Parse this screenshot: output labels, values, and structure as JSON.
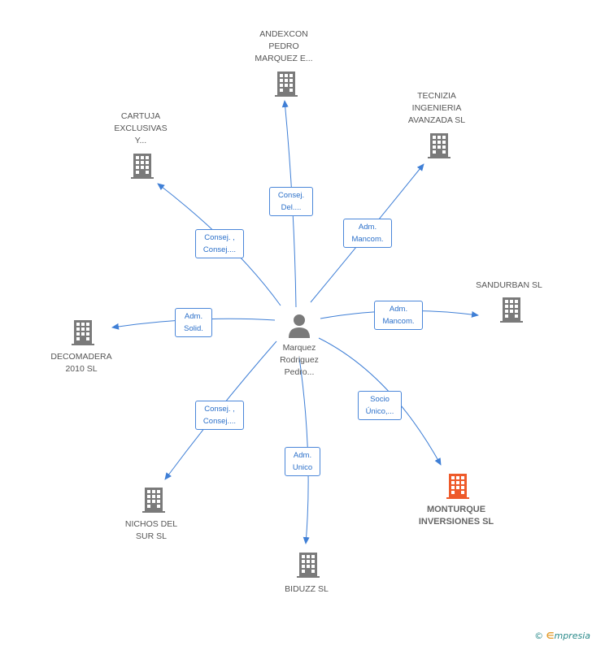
{
  "colors": {
    "edge": "#3f7fd6",
    "company": "#7a7a7a",
    "company_highlight": "#ee5a2a",
    "person": "#7a7a7a",
    "rel_border": "#4a86d9",
    "rel_text": "#2a6fc9"
  },
  "center": {
    "label": "Marquez\nRodriguez\nPedro..."
  },
  "companies": {
    "andexcon": "ANDEXCON\nPEDRO\nMARQUEZ E...",
    "tecnizia": "TECNIZIA\nINGENIERIA\nAVANZADA  SL",
    "cartuja": "CARTUJA\nEXCLUSIVAS\nY...",
    "sandurban": "SANDURBAN SL",
    "decomadera": "DECOMADERA\n2010 SL",
    "nichos": "NICHOS DEL\nSUR SL",
    "biduzz": "BIDUZZ  SL",
    "monturque": "MONTURQUE\nINVERSIONES SL"
  },
  "relations": {
    "andexcon": "Consej.\nDel....",
    "tecnizia": "Adm.\nMancom.",
    "cartuja": "Consej. ,\nConsej....",
    "sandurban": "Adm.\nMancom.",
    "decomadera": "Adm.\nSolid.",
    "nichos": "Consej. ,\nConsej....",
    "biduzz": "Adm.\nUnico",
    "monturque": "Socio\nÚnico,..."
  },
  "copyright": {
    "symbol": "©",
    "brand_initial": "∈",
    "brand_rest": "mpresia"
  }
}
